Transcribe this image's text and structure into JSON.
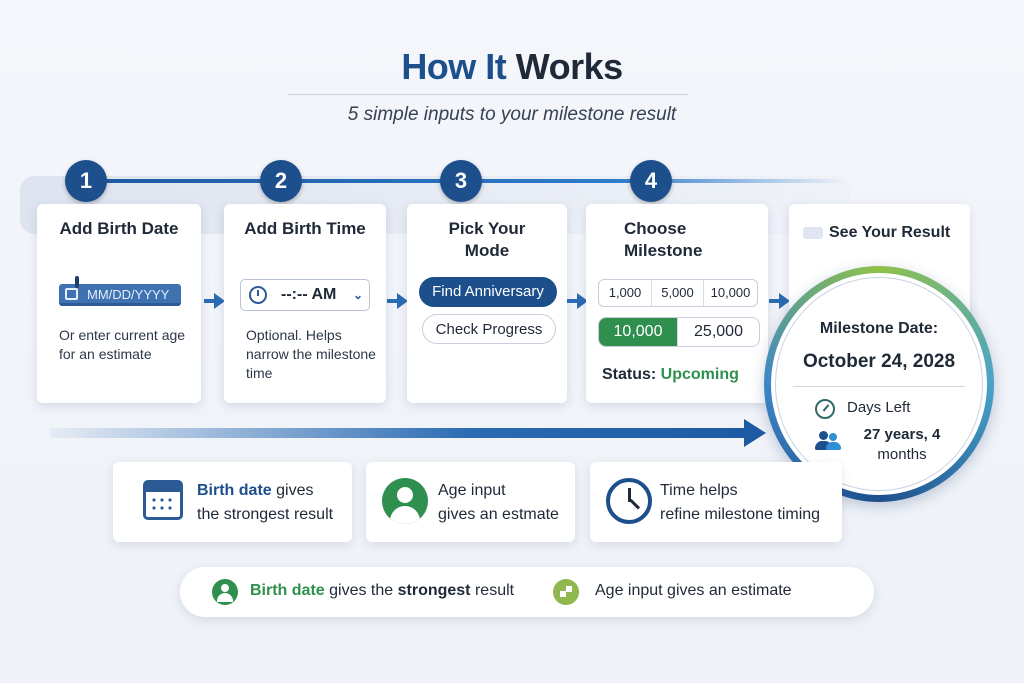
{
  "header": {
    "title_part1": "How It ",
    "title_part2": "Works",
    "subtitle": "5 simple inputs to your milestone result"
  },
  "steps": [
    {
      "number": "1",
      "title": "Add Birth Date"
    },
    {
      "number": "2",
      "title": "Add Birth Time"
    },
    {
      "number": "3",
      "title_line1": "Pick Your",
      "title_line2": "Mode"
    },
    {
      "number": "4",
      "title_line1": "Choose",
      "title_line2": "Milestone"
    }
  ],
  "step1": {
    "date_placeholder": "MM/DD/YYYY",
    "note_line1": "Or enter current age",
    "note_line2": "for an estimate"
  },
  "step2": {
    "time_value": "--:-- AM",
    "note_line1": "Optional. Helps",
    "note_line2": "narrow the milestone",
    "note_line3": "time"
  },
  "step3": {
    "primary_label": "Find Anniversary",
    "secondary_label": "Check Progress"
  },
  "step4": {
    "options_row1": [
      "1,000",
      "5,000",
      "10,000"
    ],
    "options_row2": [
      "10,000",
      "25,000"
    ],
    "selected": "10,000",
    "status_label": "Status: ",
    "status_value": "Upcoming"
  },
  "result": {
    "heading": "See Your Result",
    "milestone_label": "Milestone Date:",
    "milestone_date": "October 24, 2028",
    "days_left_label": "Days Left",
    "age_line1": "27 years, 4",
    "age_line2": "months"
  },
  "info_cards": [
    {
      "highlight": "Birth date",
      "rest_line1": " gives",
      "line2": "the strongest result",
      "icon": "calendar-icon"
    },
    {
      "line1": "Age input",
      "line2": "gives an estmate",
      "icon": "user-circle-icon"
    },
    {
      "line1": "Time helps",
      "line2": "refine milestone timing",
      "icon": "clock-icon"
    }
  ],
  "legend": {
    "item1_highlight": "Birth date",
    "item1_mid": " gives the ",
    "item1_bold": "strongest",
    "item1_end": " result",
    "item2": "Age input gives an estimate"
  },
  "colors": {
    "brand_blue": "#1d4f8c",
    "accent_green": "#2f8f4e",
    "light_green": "#8fb84e"
  }
}
